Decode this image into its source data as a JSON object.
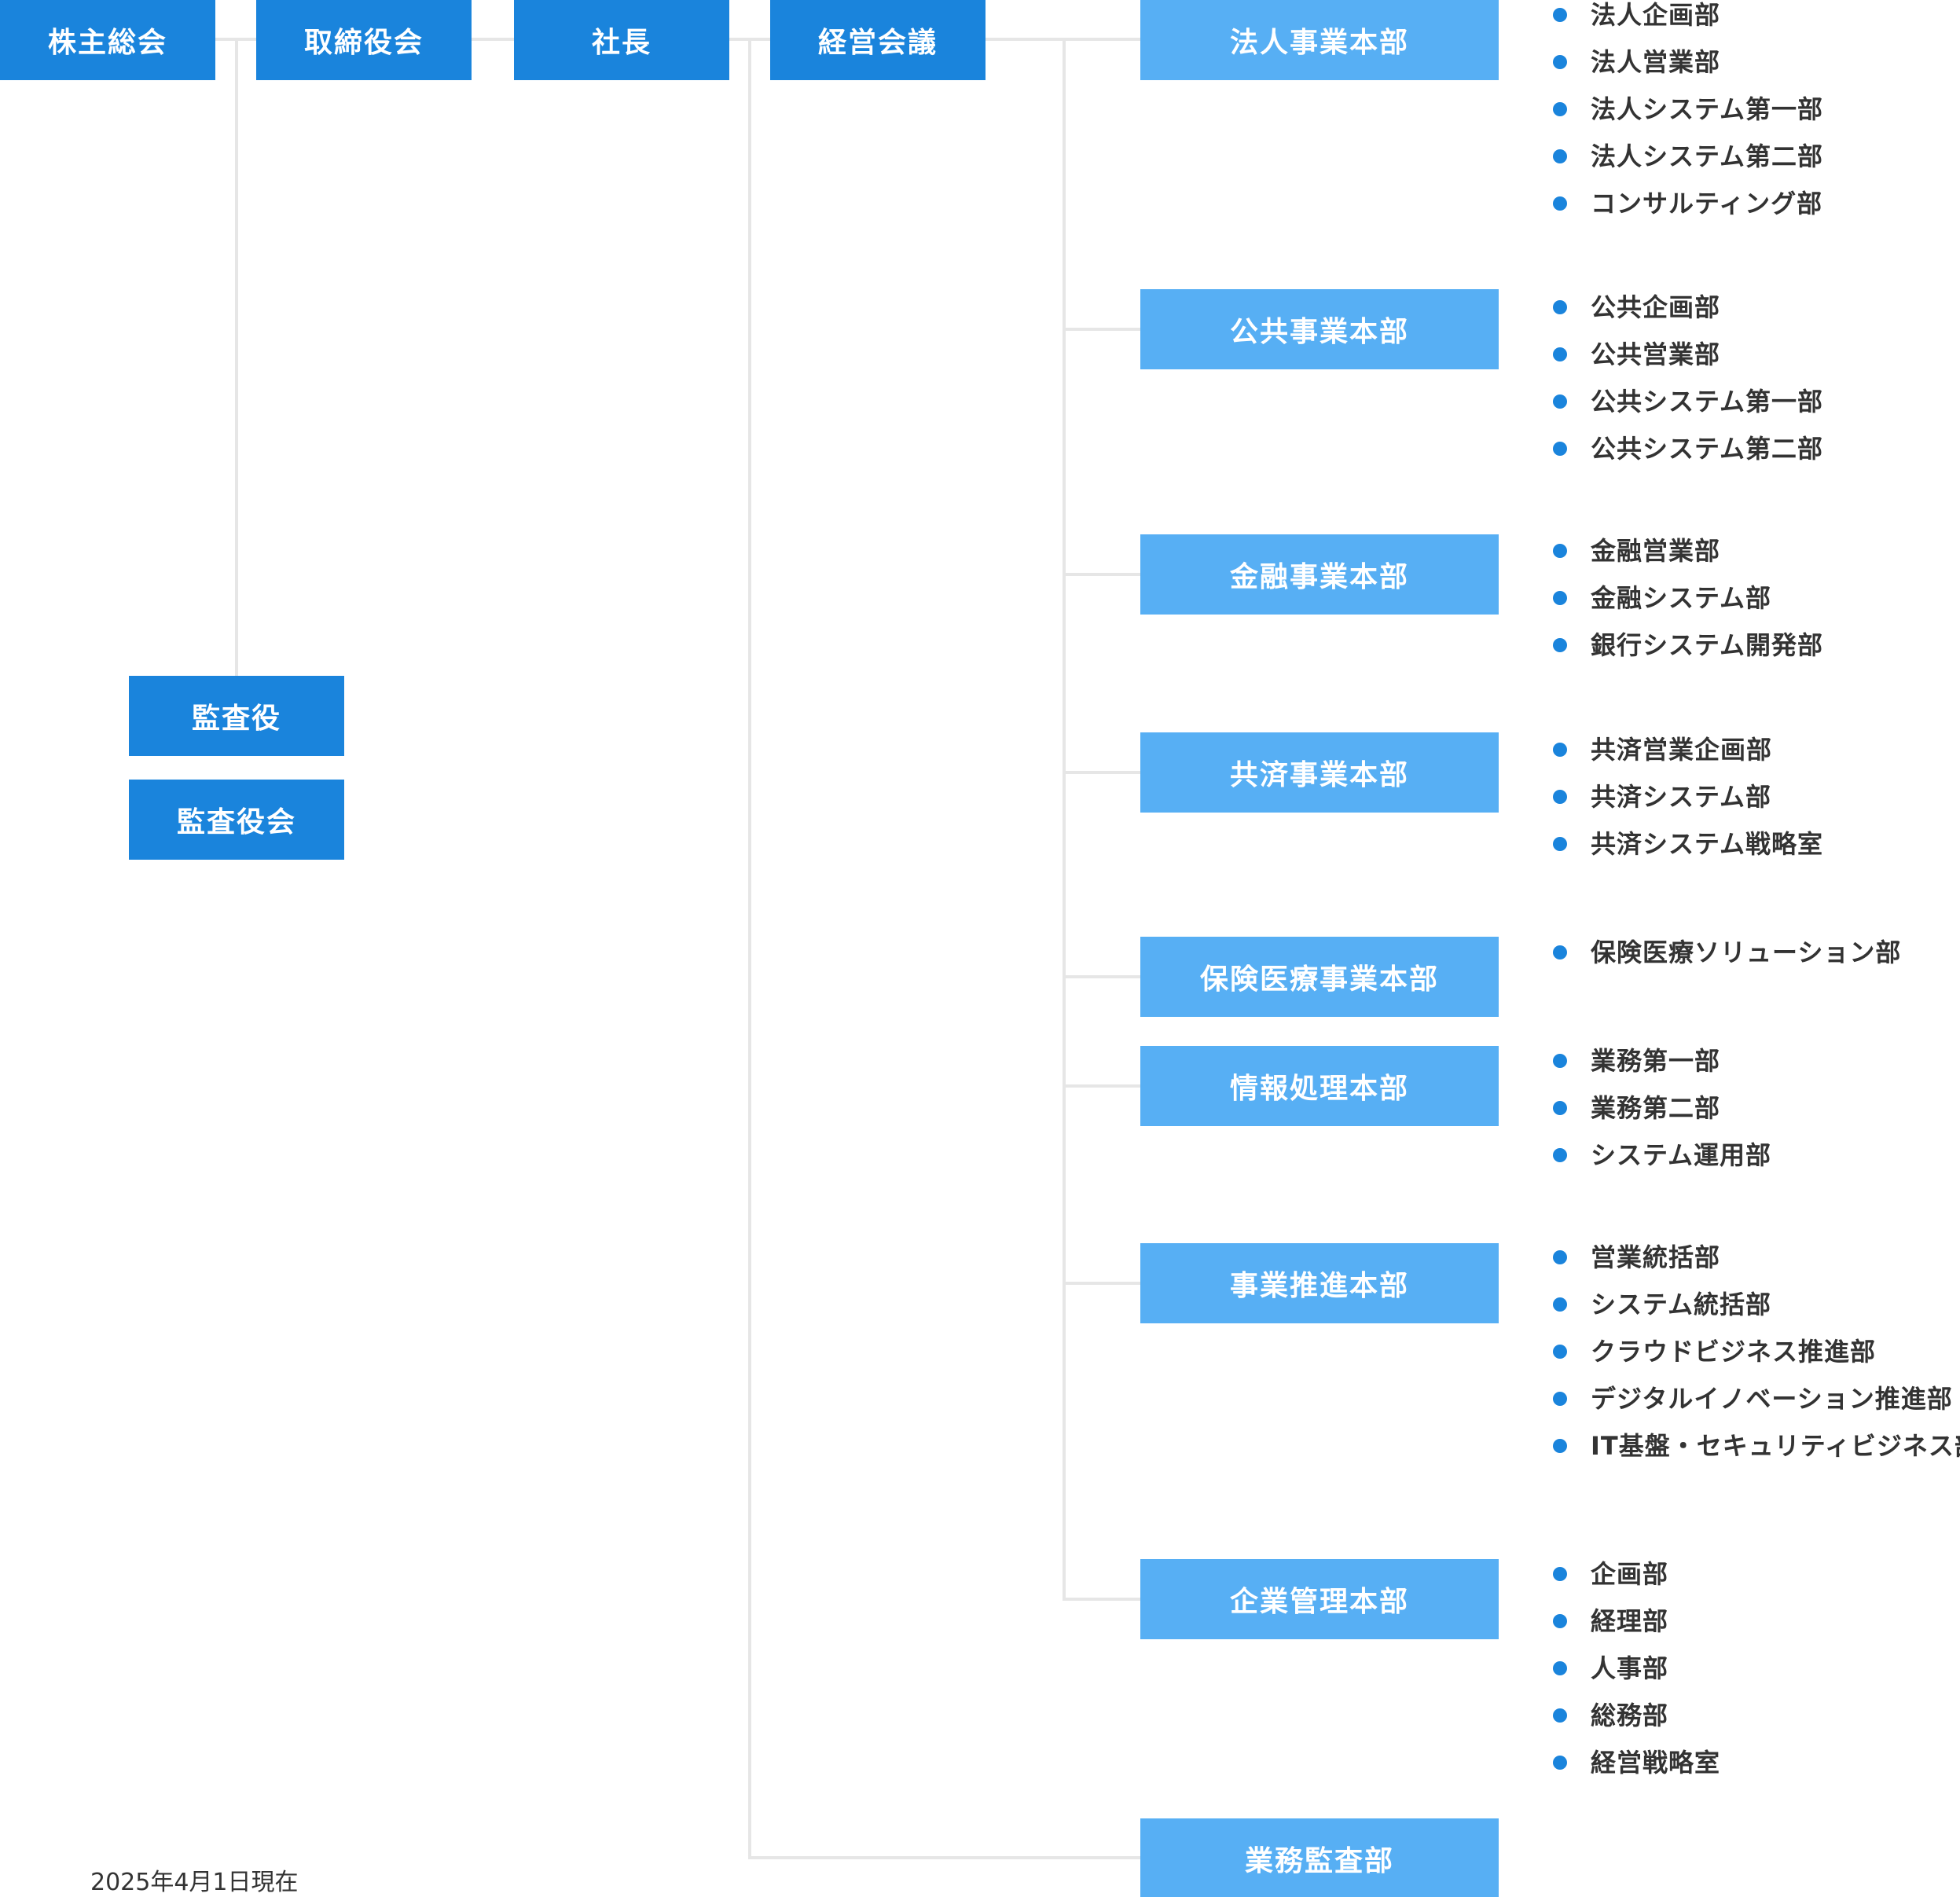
{
  "colors": {
    "primary_box": "#1a84dc",
    "division_box": "#57aff4",
    "connector": "#e6e6e6",
    "bullet": "#1a84dc",
    "text": "#333333"
  },
  "top_boxes": [
    {
      "label": "株主総会"
    },
    {
      "label": "取締役会"
    },
    {
      "label": "社長"
    },
    {
      "label": "経営会議"
    }
  ],
  "audit_boxes": [
    {
      "label": "監査役"
    },
    {
      "label": "監査役会"
    }
  ],
  "divisions": [
    {
      "label": "法人事業本部",
      "departments": [
        "法人企画部",
        "法人営業部",
        "法人システム第一部",
        "法人システム第二部",
        "コンサルティング部"
      ]
    },
    {
      "label": "公共事業本部",
      "departments": [
        "公共企画部",
        "公共営業部",
        "公共システム第一部",
        "公共システム第二部"
      ]
    },
    {
      "label": "金融事業本部",
      "departments": [
        "金融営業部",
        "金融システム部",
        "銀行システム開発部"
      ]
    },
    {
      "label": "共済事業本部",
      "departments": [
        "共済営業企画部",
        "共済システム部",
        "共済システム戦略室"
      ]
    },
    {
      "label": "保険医療事業本部",
      "departments": [
        "保険医療ソリューション部"
      ]
    },
    {
      "label": "情報処理本部",
      "departments": [
        "業務第一部",
        "業務第二部",
        "システム運用部"
      ]
    },
    {
      "label": "事業推進本部",
      "departments": [
        "営業統括部",
        "システム統括部",
        "クラウドビジネス推進部",
        "デジタルイノベーション推進部",
        "IT基盤・セキュリティビジネス部"
      ]
    },
    {
      "label": "企業管理本部",
      "departments": [
        "企画部",
        "経理部",
        "人事部",
        "総務部",
        "経営戦略室"
      ]
    }
  ],
  "audit_department": {
    "label": "業務監査部"
  },
  "as_of": "2025年4月1日現在"
}
